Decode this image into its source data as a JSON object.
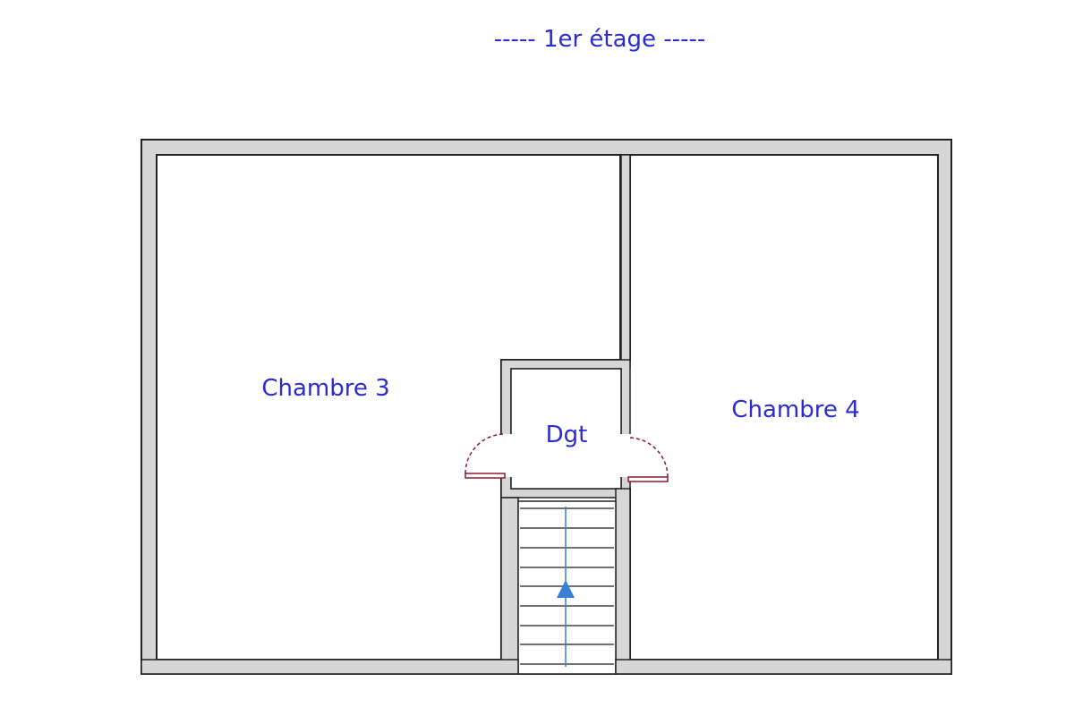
{
  "title": "-----  1er étage  -----",
  "rooms": {
    "chambre3": "Chambre 3",
    "chambre4": "Chambre 4",
    "dgt": "Dgt"
  },
  "colors": {
    "wall_fill": "#d6d6d6",
    "wall_line": "#222222",
    "text": "#2b2bd0",
    "door": "#8b1a2b",
    "stair_arrow": "#3a7fd6"
  }
}
